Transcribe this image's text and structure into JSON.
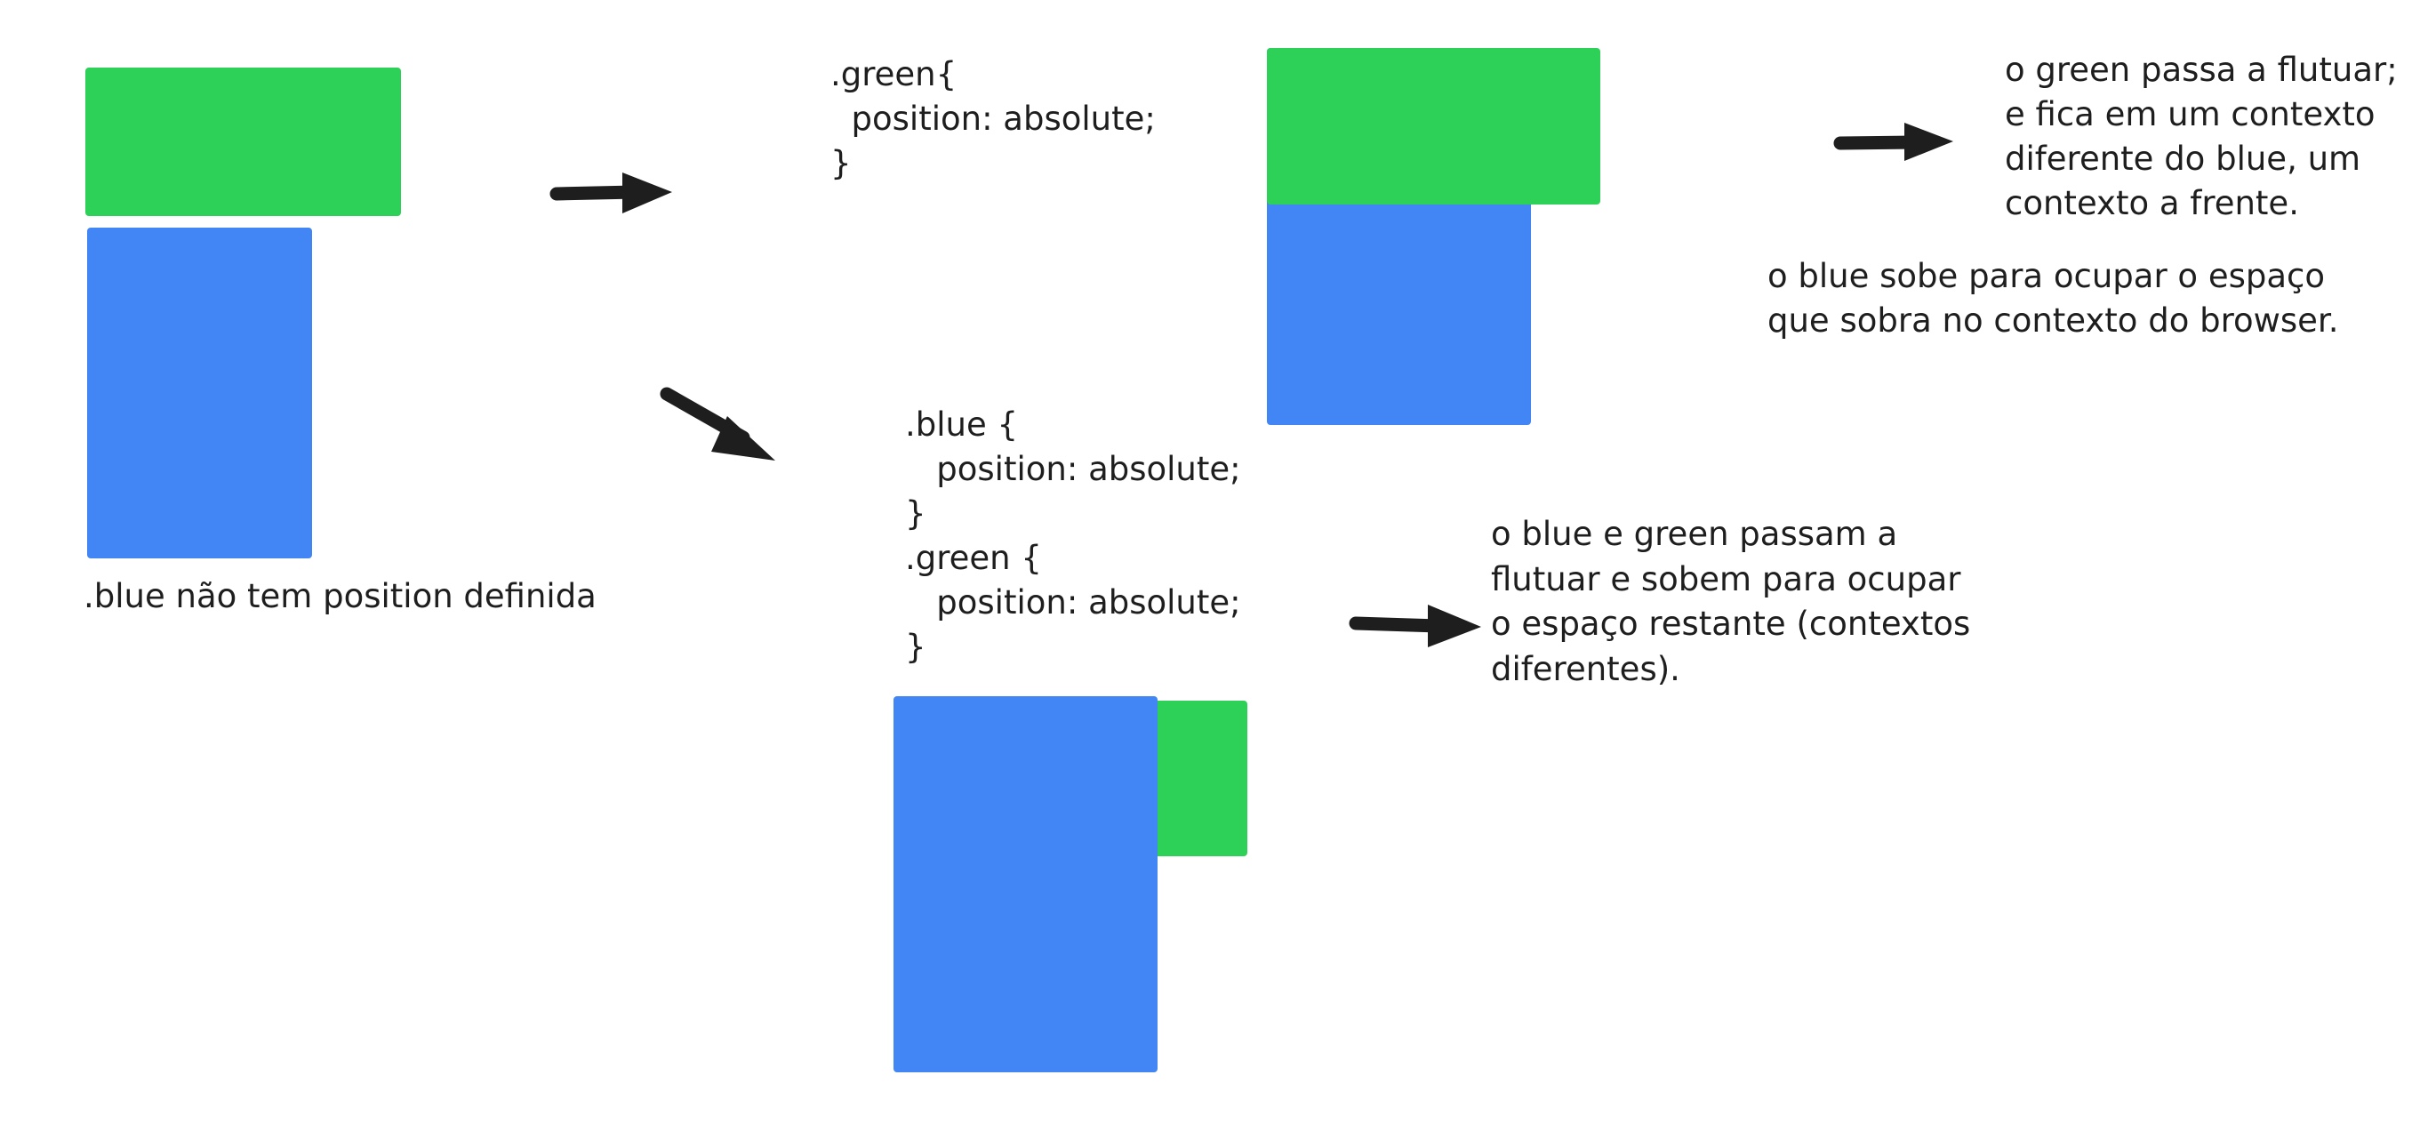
{
  "colors": {
    "green": "#2ed158",
    "blue": "#4285f4",
    "ink": "#1e1e1e"
  },
  "labels": {
    "blue_no_position": ".blue não tem position definida"
  },
  "code": {
    "green_absolute": [
      ".green{",
      "  position: absolute;",
      "}"
    ],
    "both_absolute": [
      ".blue {",
      "   position: absolute;",
      "}",
      ".green {",
      "   position: absolute;",
      "}"
    ]
  },
  "notes": {
    "green_floats": [
      "o green passa a flutuar;",
      "e fica em um contexto",
      "diferente do blue, um",
      "contexto a frente."
    ],
    "blue_moves_up": [
      "o blue sobe para ocupar o espaço",
      "que sobra no contexto do browser."
    ],
    "both_float": [
      "o blue e green passam a",
      "flutuar e sobem para ocupar",
      "o espaço restante (contextos",
      "diferentes)."
    ]
  },
  "icons": {
    "arrow": "arrow-right-icon",
    "arrow_diagonal": "arrow-down-right-icon"
  }
}
